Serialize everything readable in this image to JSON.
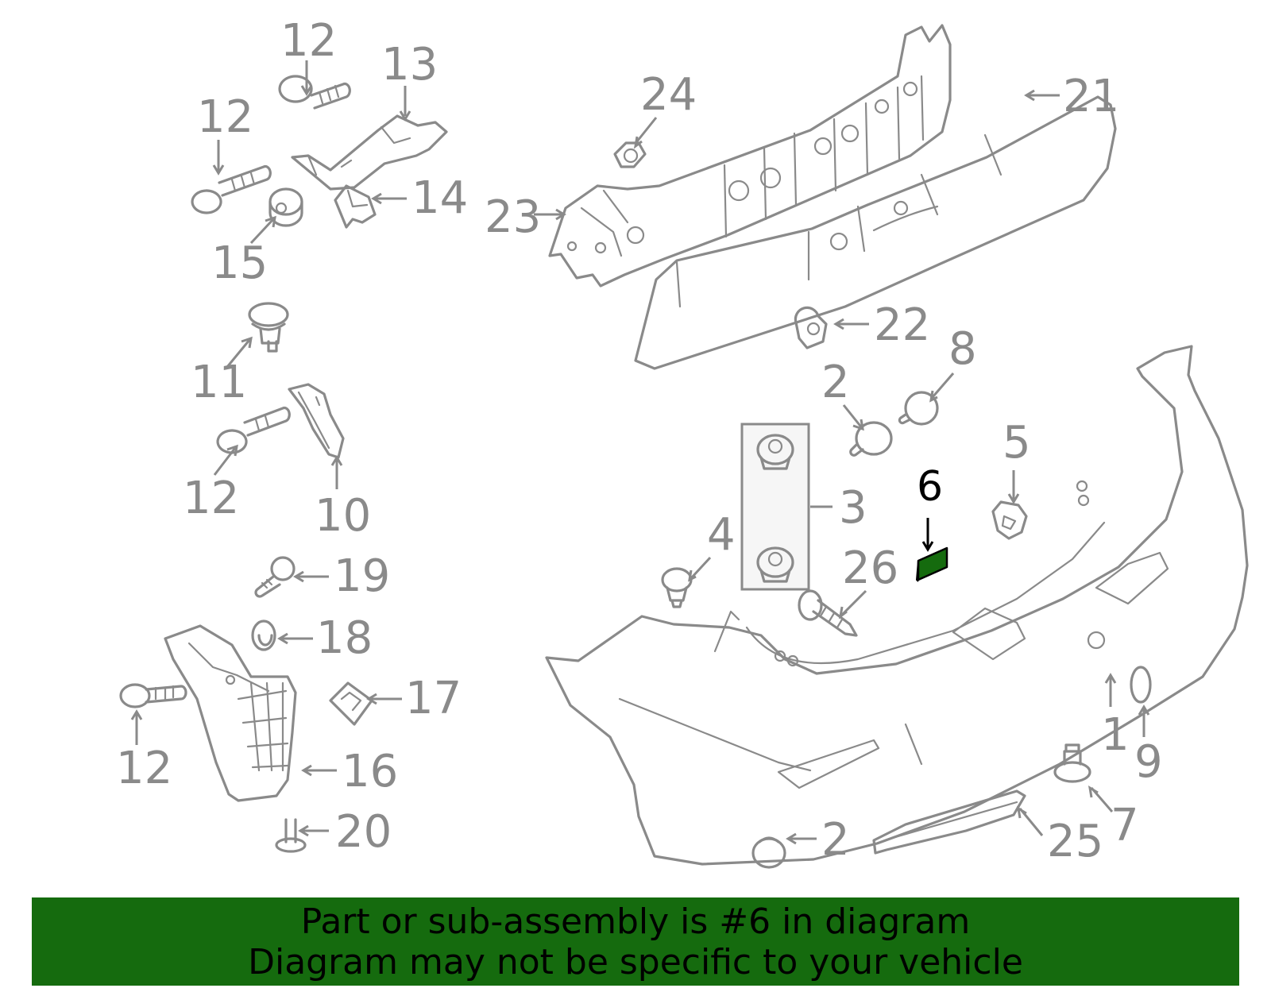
{
  "diagram": {
    "highlight_part": "6",
    "highlight_color": "#156b0e",
    "part_color": "#8a8a8a",
    "callouts": [
      {
        "id": "c12a",
        "text": "12"
      },
      {
        "id": "c12b",
        "text": "12"
      },
      {
        "id": "c13",
        "text": "13"
      },
      {
        "id": "c14",
        "text": "14"
      },
      {
        "id": "c15",
        "text": "15"
      },
      {
        "id": "c11",
        "text": "11"
      },
      {
        "id": "c12c",
        "text": "12"
      },
      {
        "id": "c10",
        "text": "10"
      },
      {
        "id": "c19",
        "text": "19"
      },
      {
        "id": "c18",
        "text": "18"
      },
      {
        "id": "c17",
        "text": "17"
      },
      {
        "id": "c12d",
        "text": "12"
      },
      {
        "id": "c16",
        "text": "16"
      },
      {
        "id": "c20",
        "text": "20"
      },
      {
        "id": "c24",
        "text": "24"
      },
      {
        "id": "c21",
        "text": "21"
      },
      {
        "id": "c23",
        "text": "23"
      },
      {
        "id": "c22",
        "text": "22"
      },
      {
        "id": "c2a",
        "text": "2"
      },
      {
        "id": "c8",
        "text": "8"
      },
      {
        "id": "c3",
        "text": "3"
      },
      {
        "id": "c4",
        "text": "4"
      },
      {
        "id": "c5",
        "text": "5"
      },
      {
        "id": "c6",
        "text": "6"
      },
      {
        "id": "c26",
        "text": "26"
      },
      {
        "id": "c1",
        "text": "1"
      },
      {
        "id": "c9",
        "text": "9"
      },
      {
        "id": "c7",
        "text": "7"
      },
      {
        "id": "c25",
        "text": "25"
      },
      {
        "id": "c2b",
        "text": "2"
      }
    ]
  },
  "banner": {
    "line1": "Part or sub-assembly is #6 in diagram",
    "line2": "Diagram may not be specific to your vehicle",
    "background": "#156b0e"
  }
}
